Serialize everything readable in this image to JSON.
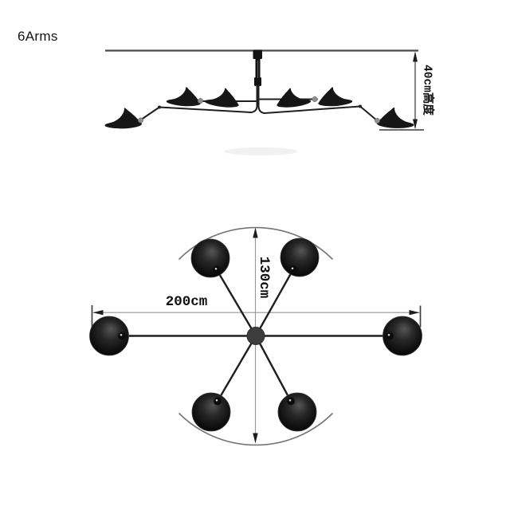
{
  "page": {
    "background": "#ffffff"
  },
  "product": {
    "label": "6Arms",
    "dimensions": {
      "height": "40cm高度",
      "width": "200cm",
      "vertical_span": "130cm"
    }
  },
  "colors": {
    "arm_line": "#1f1f1f",
    "ceiling_line": "#4a4a4a",
    "dim_line": "#444444",
    "thin_dim_line": "#979797",
    "arrow": "#1d1d1d",
    "arc_line": "#757575",
    "shade_fill": "#161616",
    "hub_fill": "#3d3d3d",
    "joint_gray": "#909090",
    "knob_fill": "#0c0c0c",
    "sphere_dark": "#070707",
    "sphere_light": "#4f4f4f"
  }
}
